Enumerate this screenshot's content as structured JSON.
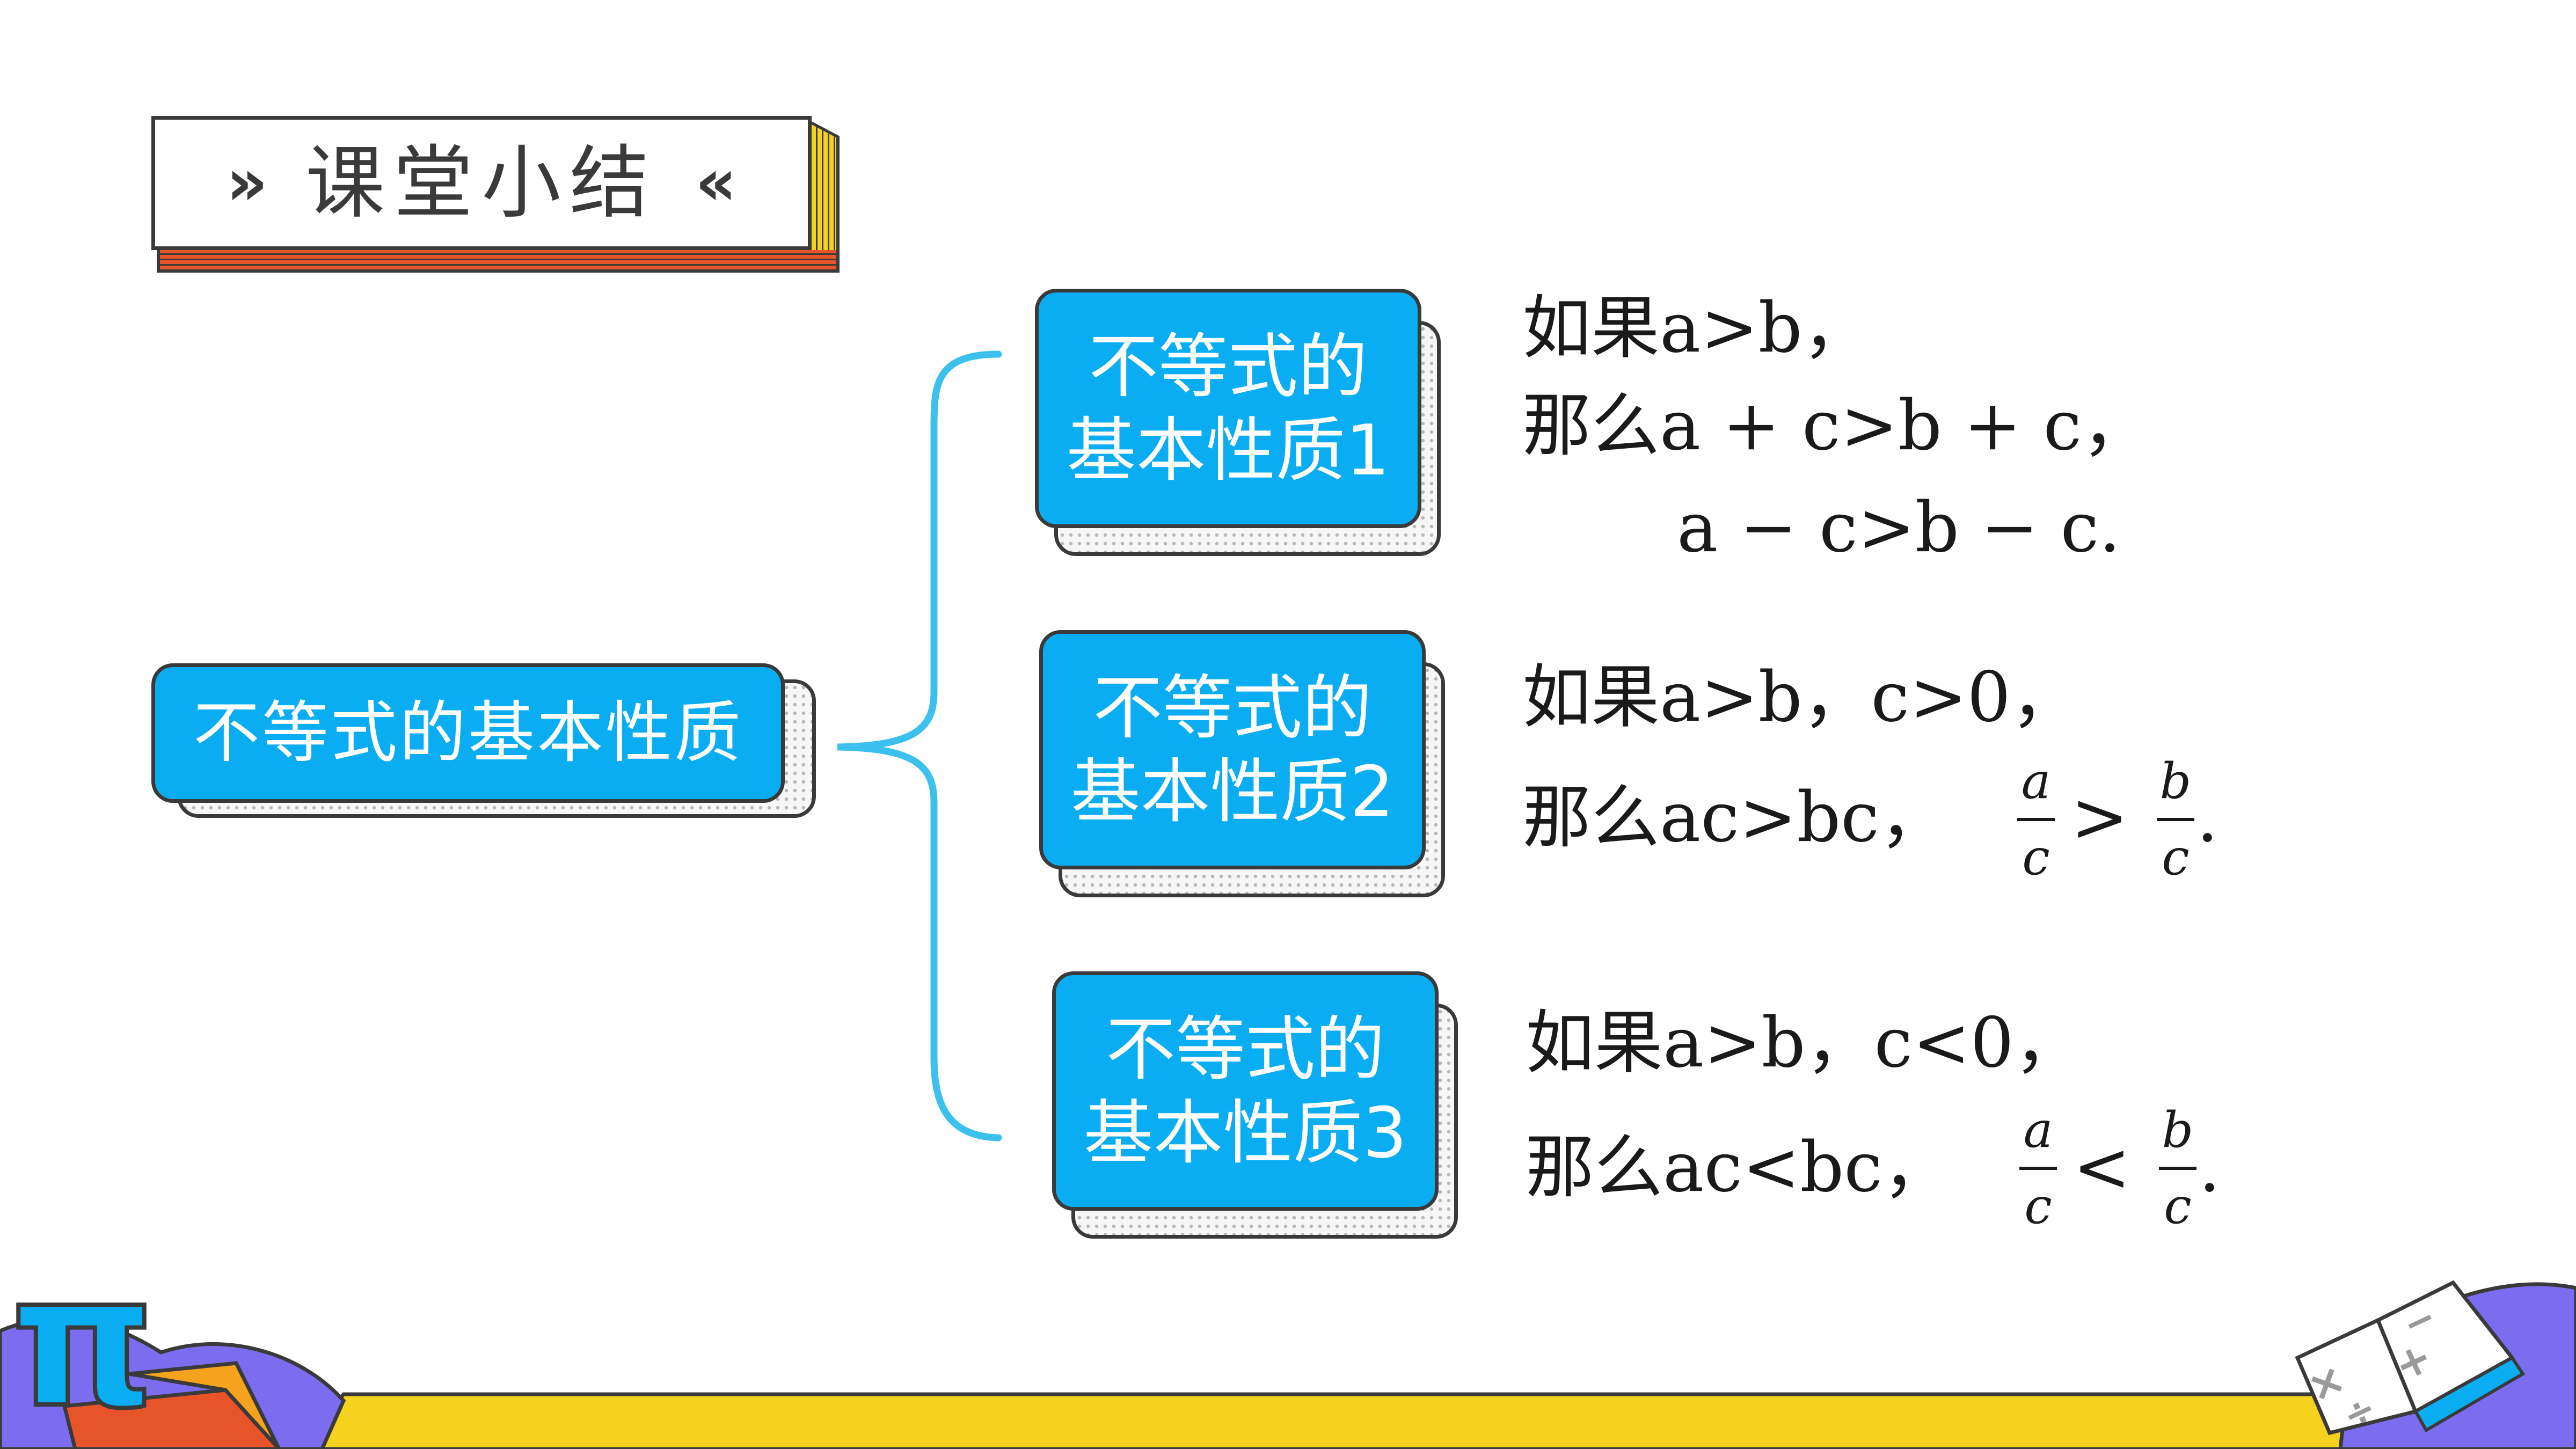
{
  "title": {
    "left_marker": "»",
    "text": "课堂小结",
    "right_marker": "«"
  },
  "root_box": {
    "label": "不等式的基本性质"
  },
  "branches": [
    {
      "box_line1": "不等式的",
      "box_line2": "基本性质1",
      "formula_lines": [
        "如果a>b，",
        "那么a + c>b + c，",
        "a − c>b − c."
      ]
    },
    {
      "box_line1": "不等式的",
      "box_line2": "基本性质2",
      "formula_line1": "如果a>b，c>0，",
      "formula_line2": "那么ac>bc，",
      "frac_left": {
        "num": "a",
        "den": "c"
      },
      "relation": ">",
      "frac_right": {
        "num": "b",
        "den": "c"
      },
      "end": "."
    },
    {
      "box_line1": "不等式的",
      "box_line2": "基本性质3",
      "formula_line1": "如果a>b，c<0，",
      "formula_line2": "那么ac<bc，",
      "frac_left": {
        "num": "a",
        "den": "c"
      },
      "relation": "<",
      "frac_right": {
        "num": "b",
        "den": "c"
      },
      "end": "."
    }
  ],
  "decorations": {
    "pi_symbol": "π",
    "book_icon": "open-book-icon",
    "math_symbols": [
      "−",
      "+",
      "×",
      "÷"
    ]
  },
  "colors": {
    "box_blue": "#0aadf2",
    "brace_blue": "#3cc1ef",
    "banner_yellow": "#f5d21e",
    "banner_orange": "#e8542a",
    "purple": "#7b6cf0",
    "outline": "#3a3a3a"
  }
}
